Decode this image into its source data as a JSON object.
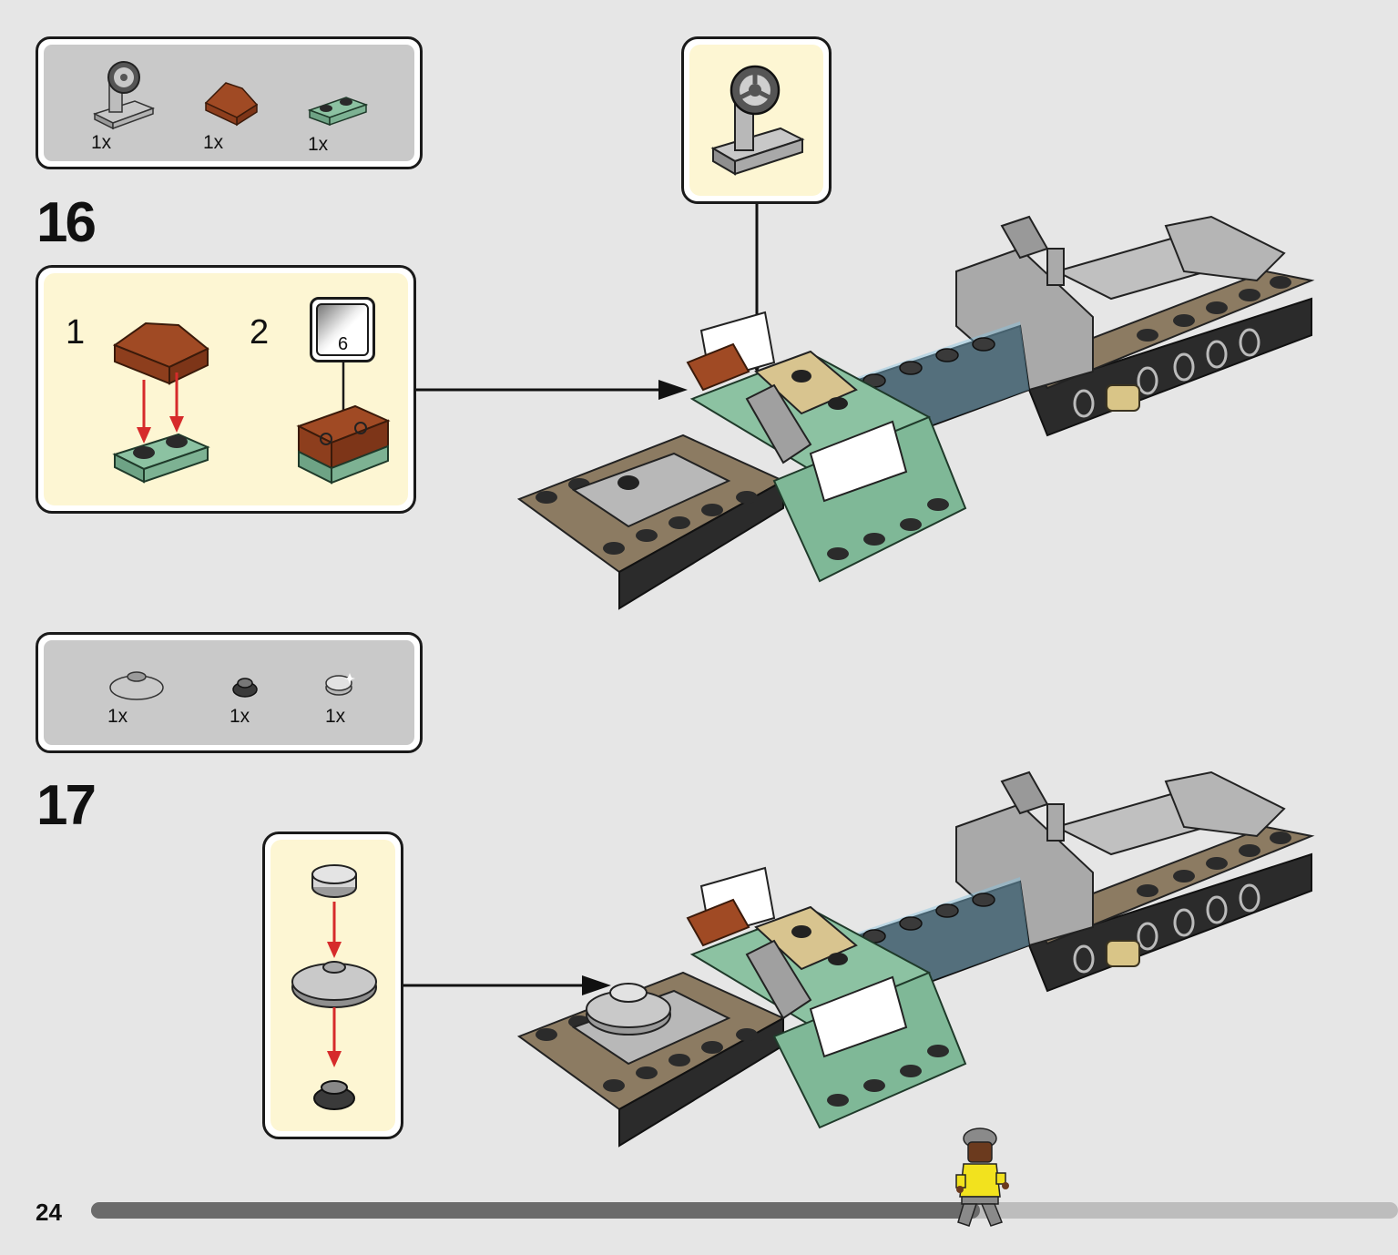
{
  "page_number": "24",
  "steps": [
    {
      "number": "16",
      "parts": [
        {
          "name": "steering-wheel-stand",
          "qty": "1x"
        },
        {
          "name": "brown-slope-tile",
          "qty": "1x"
        },
        {
          "name": "sand-green-plate-1x2",
          "qty": "1x"
        }
      ],
      "substeps": [
        "1",
        "2"
      ],
      "sticker_number": "6"
    },
    {
      "number": "17",
      "parts": [
        {
          "name": "grey-round-dish",
          "qty": "1x"
        },
        {
          "name": "dark-round-plate",
          "qty": "1x"
        },
        {
          "name": "pearl-round-tile",
          "qty": "1x"
        }
      ]
    }
  ],
  "colors": {
    "background": "#e6e6e6",
    "parts_panel": "#c9c9c9",
    "callout_panel": "#fdf6d3",
    "arrow_red": "#d62b2b",
    "progress_track": "#bdbdbd",
    "progress_fill": "#6b6b6b",
    "sand_green": "#7fb897",
    "reddish_brown": "#a04a24",
    "dark_tan": "#8c7b62",
    "light_grey": "#a9a9a9",
    "black_brick": "#2b2b2b"
  },
  "progress": 0.68
}
